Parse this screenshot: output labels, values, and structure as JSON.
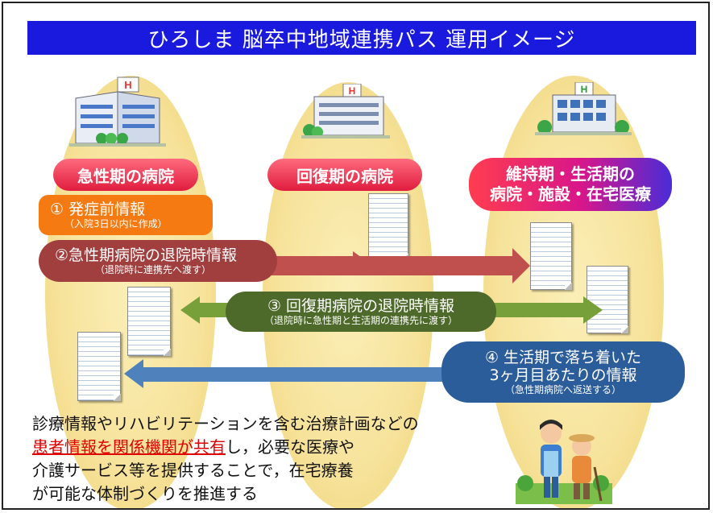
{
  "title": "ひろしま 脳卒中地域連携パス 運用イメージ",
  "hospitals": {
    "acute": "急性期の病院",
    "recovery": "回復期の病院",
    "maintenance_line1": "維持期・生活期の",
    "maintenance_line2": "病院・施設・在宅医療",
    "sign_letter": "H"
  },
  "steps": {
    "step1_main": "① 発症前情報",
    "step1_sub": "（入院3日以内に作成）",
    "step2_main": "②急性期病院の退院時情報",
    "step2_sub": "（退院時に連携先へ渡す）",
    "step3_main": "③ 回復期病院の退院時情報",
    "step3_sub": "（退院時に急性期と生活期の連携先に渡す）",
    "step4_line1": "④ 生活期で落ち着いた",
    "step4_line2": "3ヶ月目あたりの情報",
    "step4_sub": "（急性期病院へ返送する）"
  },
  "description": {
    "line1": "診療情報やリハビリテーションを含む治療計画などの",
    "line2_highlight": "患者情報を関係機関が共有",
    "line2_rest": "し，必要な医療や",
    "line3": "介護サービス等を提供することで，在宅療養",
    "line4": "が可能な体制づくりを推進する"
  },
  "colors": {
    "title_bg": "#1a1adf",
    "acute_pill": "#e8264a",
    "step1": "#f57a12",
    "step2": "#a13f3f",
    "step3": "#4d6a2a",
    "step4": "#2c5d9b",
    "highlight": "#e00000"
  }
}
